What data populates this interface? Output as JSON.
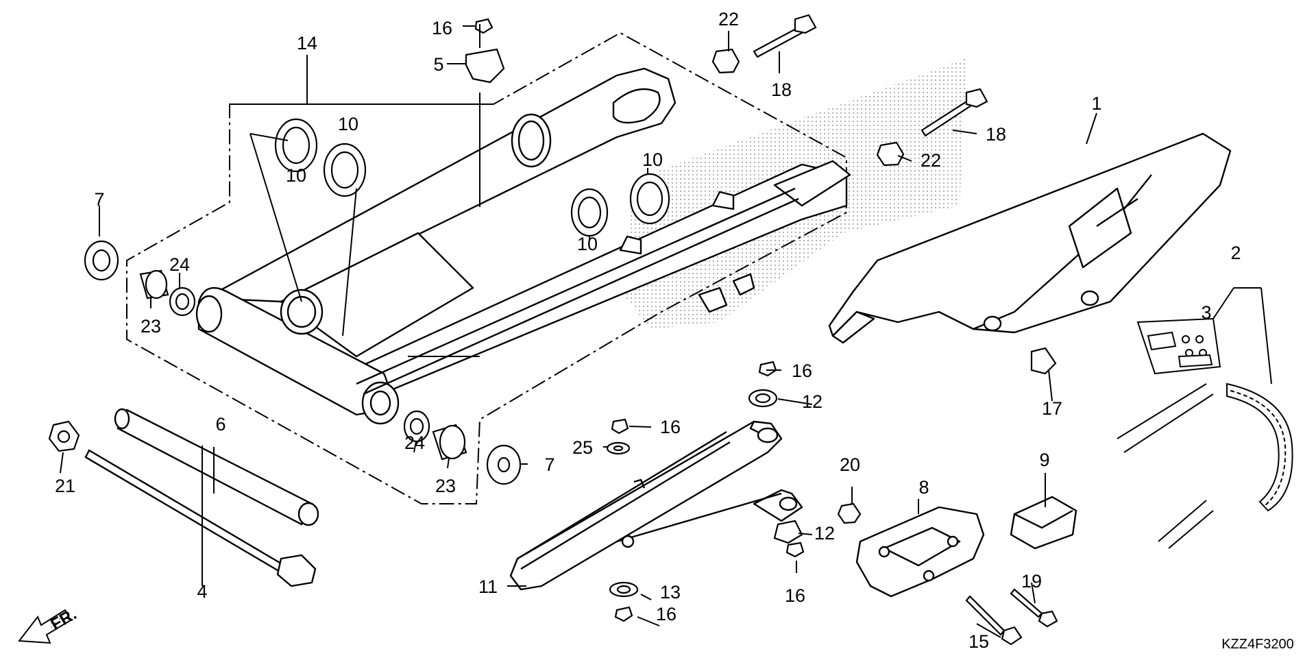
{
  "diagram": {
    "drawing_code": "KZZ4F3200",
    "front_indicator": "FR.",
    "callouts": [
      {
        "id": "c1",
        "text": "1"
      },
      {
        "id": "c2",
        "text": "2"
      },
      {
        "id": "c3",
        "text": "3"
      },
      {
        "id": "c4",
        "text": "4"
      },
      {
        "id": "c5",
        "text": "5"
      },
      {
        "id": "c6",
        "text": "6"
      },
      {
        "id": "c7a",
        "text": "7"
      },
      {
        "id": "c7b",
        "text": "7"
      },
      {
        "id": "c8",
        "text": "8"
      },
      {
        "id": "c9",
        "text": "9"
      },
      {
        "id": "c10a",
        "text": "10"
      },
      {
        "id": "c10b",
        "text": "10"
      },
      {
        "id": "c10c",
        "text": "10"
      },
      {
        "id": "c10d",
        "text": "10"
      },
      {
        "id": "c11",
        "text": "11"
      },
      {
        "id": "c12a",
        "text": "12"
      },
      {
        "id": "c12b",
        "text": "12"
      },
      {
        "id": "c13",
        "text": "13"
      },
      {
        "id": "c14",
        "text": "14"
      },
      {
        "id": "c15",
        "text": "15"
      },
      {
        "id": "c16a",
        "text": "16"
      },
      {
        "id": "c16b",
        "text": "16"
      },
      {
        "id": "c16c",
        "text": "16"
      },
      {
        "id": "c16d",
        "text": "16"
      },
      {
        "id": "c16e",
        "text": "16"
      },
      {
        "id": "c17",
        "text": "17"
      },
      {
        "id": "c18a",
        "text": "18"
      },
      {
        "id": "c18b",
        "text": "18"
      },
      {
        "id": "c19",
        "text": "19"
      },
      {
        "id": "c20",
        "text": "20"
      },
      {
        "id": "c21",
        "text": "21"
      },
      {
        "id": "c22a",
        "text": "22"
      },
      {
        "id": "c22b",
        "text": "22"
      },
      {
        "id": "c23a",
        "text": "23"
      },
      {
        "id": "c23b",
        "text": "23"
      },
      {
        "id": "c24a",
        "text": "24"
      },
      {
        "id": "c24b",
        "text": "24"
      },
      {
        "id": "c25",
        "text": "25"
      }
    ]
  }
}
